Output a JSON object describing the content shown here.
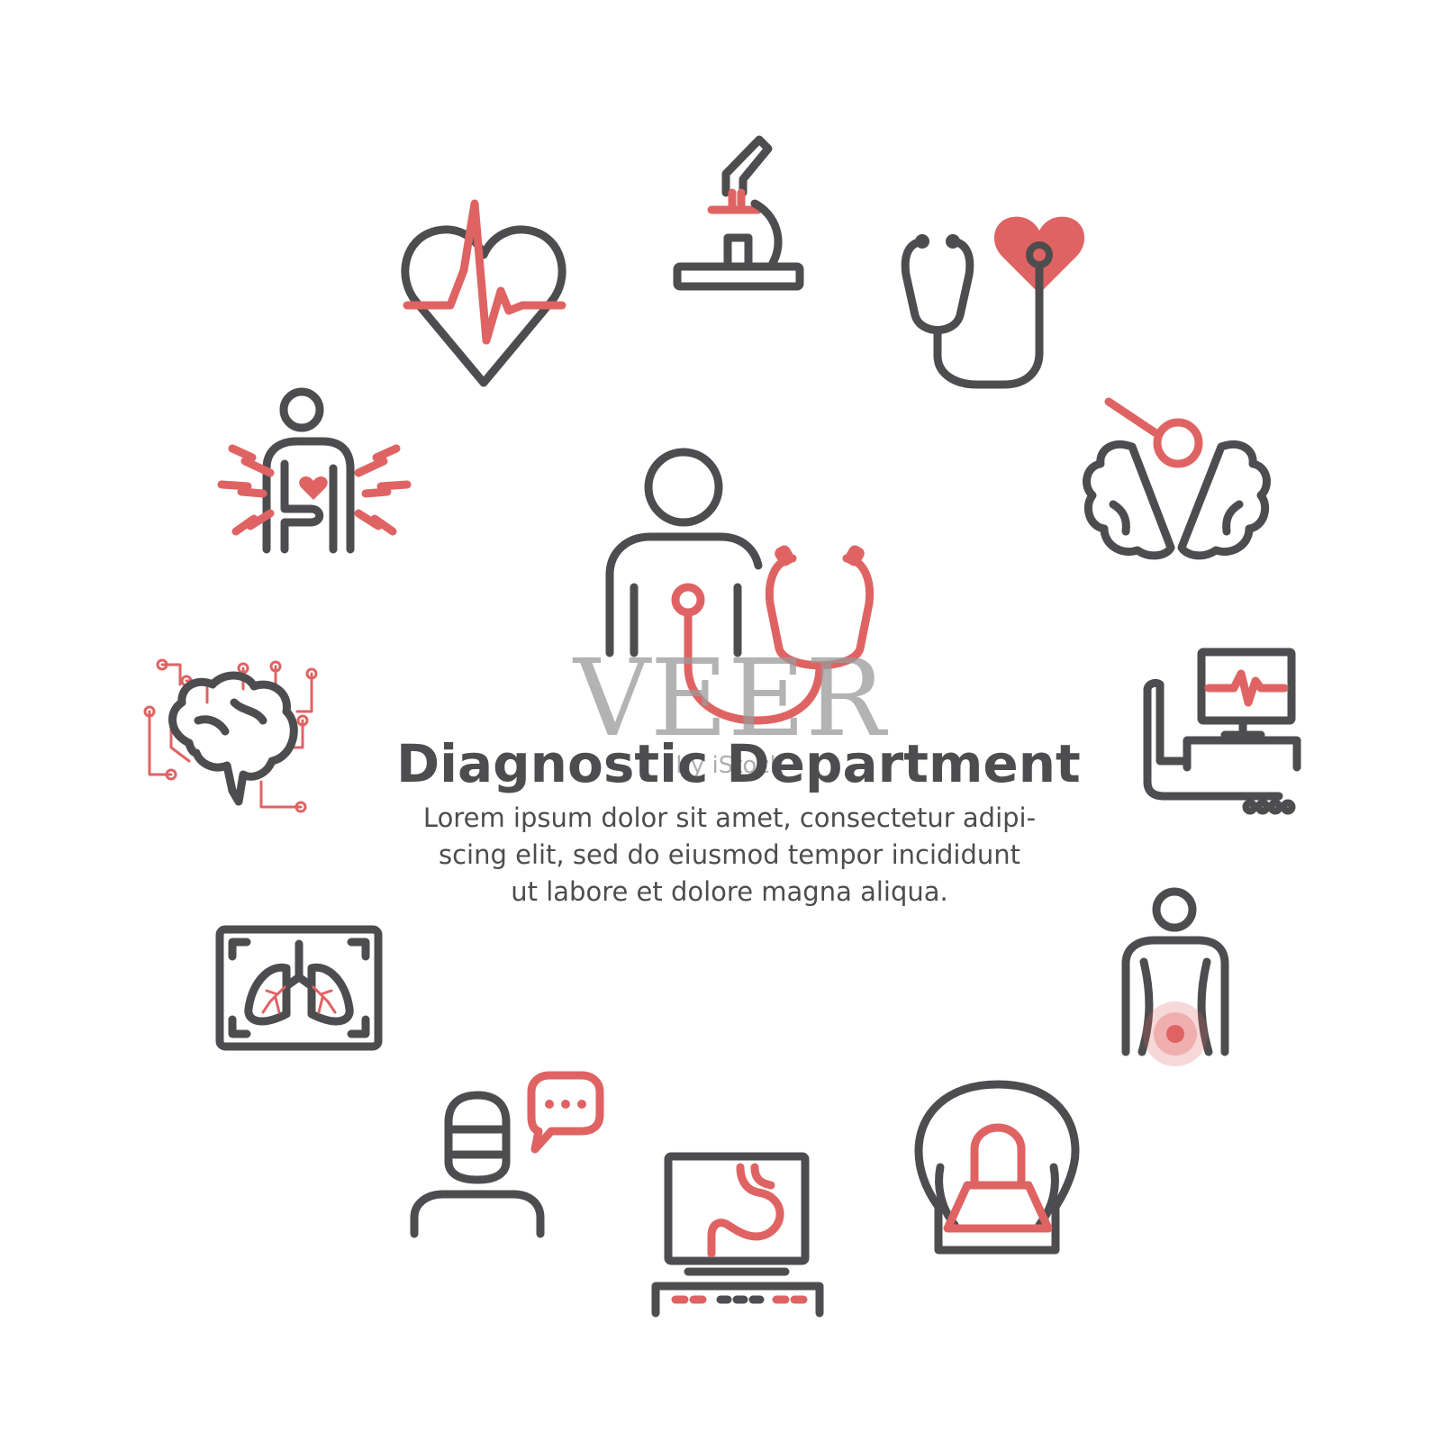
{
  "title": "Diagnostic Department",
  "body_lines": [
    "Lorem ipsum dolor sit amet, consectetur adipi-",
    "scing elit, sed do eiusmod tempor incididunt",
    "ut labore et dolore magna aliqua."
  ],
  "watermark": {
    "main": "VEER",
    "sub": "by iStock"
  },
  "colors": {
    "accent": "#e06363",
    "primary": "#4d4d4f",
    "background": "#ffffff"
  },
  "icons": [
    "heart-pulse-icon",
    "microscope-icon",
    "stethoscope-heart-icon",
    "brain-magnifier-icon",
    "patient-chest-pain-icon",
    "neural-brain-icon",
    "patient-stethoscope-icon",
    "cardiac-monitor-icon",
    "lung-xray-icon",
    "abdominal-pain-icon",
    "doctor-chat-icon",
    "stomach-monitor-icon",
    "mri-scanner-icon"
  ]
}
